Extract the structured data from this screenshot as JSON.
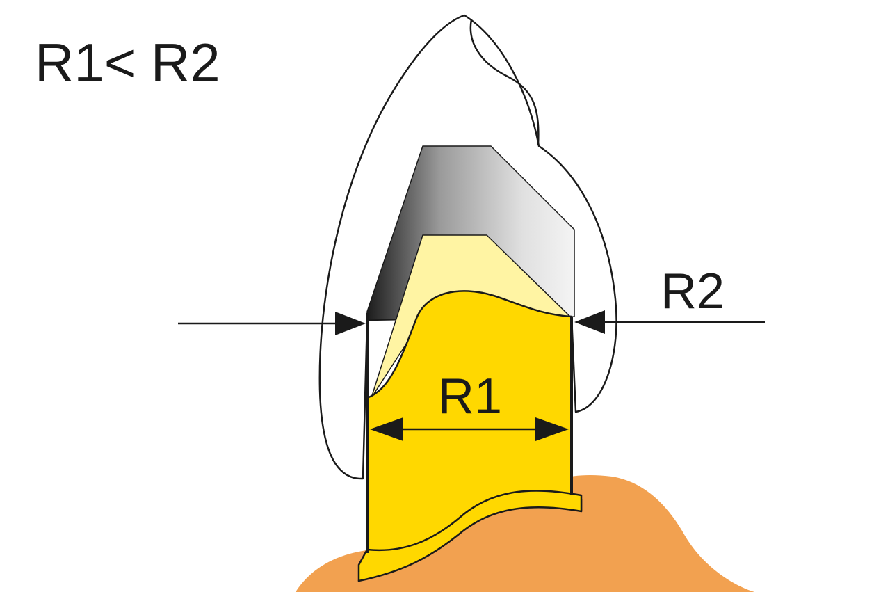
{
  "diagram": {
    "heading": "R1< R2",
    "labels": {
      "r2": "R2",
      "r1": "R1"
    },
    "colors": {
      "background": "#ffffff",
      "gingiva": "#f2a150",
      "abutment_core": "#ffd800",
      "inner_layer": "#fff4a3",
      "metal_coping_dark": "#1c1c1c",
      "metal_coping_light": "#f0f0f0",
      "crown_outline": "#1a1a1a",
      "crown_fill": "#ffffff"
    }
  }
}
